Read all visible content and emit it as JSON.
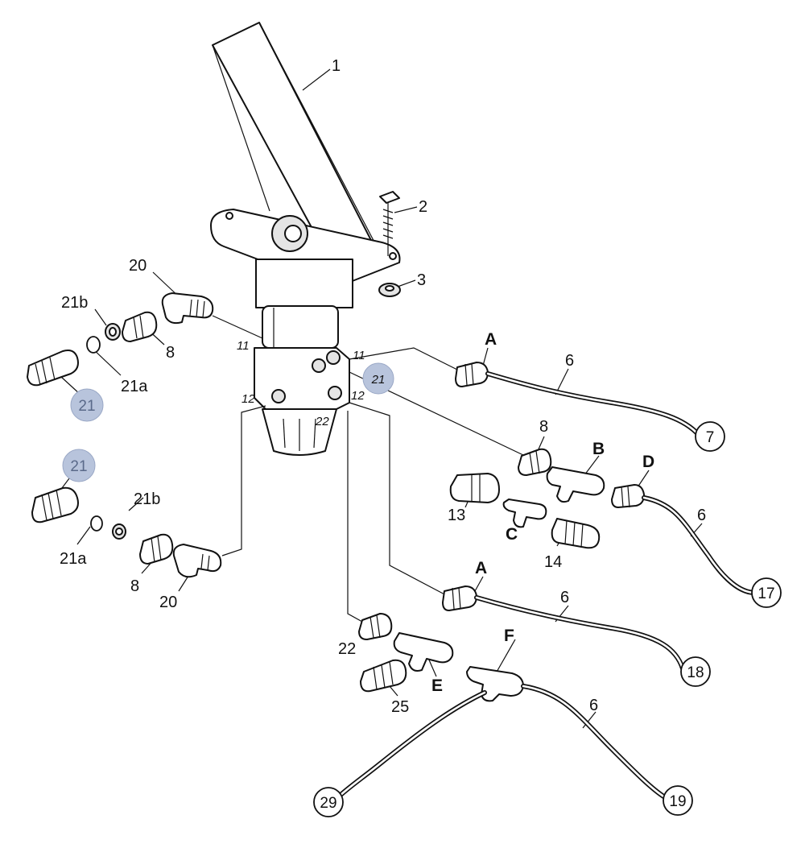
{
  "diagram": {
    "callouts": {
      "p1": "1",
      "p2": "2",
      "p3": "3",
      "p6a": "6",
      "p6b": "6",
      "p6c": "6",
      "p6d": "6",
      "p8a": "8",
      "p8b": "8",
      "p8c": "8",
      "p13": "13",
      "p14": "14",
      "p20a": "20",
      "p20b": "20",
      "p21a_top": "21a",
      "p21b_top": "21b",
      "p21a_bot": "21a",
      "p21b_bot": "21b",
      "p22": "22",
      "p25": "25"
    },
    "letters": {
      "A1": "A",
      "A2": "A",
      "B": "B",
      "C": "C",
      "D": "D",
      "E": "E",
      "F": "F"
    },
    "port_labels": {
      "p11_left": "11",
      "p11_right": "11",
      "p12_left": "12",
      "p12_right": "12",
      "p22_port": "22",
      "p21_port": "21"
    },
    "highlighted": {
      "h21_top": "21",
      "h21_bot": "21"
    },
    "circled_refs": {
      "c7": "7",
      "c17": "17",
      "c18": "18",
      "c19": "19",
      "c29": "29"
    },
    "colors": {
      "highlight": "#b8c4dc",
      "line": "#111111"
    }
  }
}
